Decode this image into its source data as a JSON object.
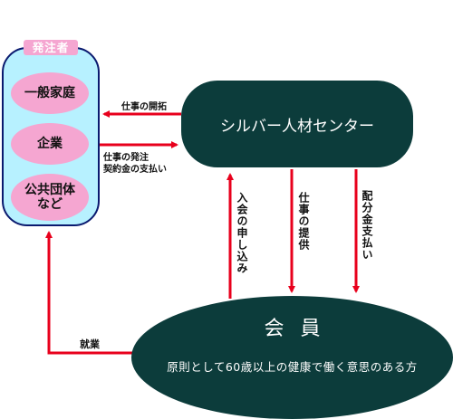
{
  "clients": {
    "badge": "発注者",
    "items": [
      "一般家庭",
      "企業",
      "公共団体など"
    ],
    "item4_line1": "公共団体",
    "item4_line2": "など"
  },
  "center": {
    "label": "シルバー人材センター"
  },
  "members": {
    "title": "会員",
    "subtitle": "原則として60歳以上の健康で働く意思のある方"
  },
  "flows": {
    "job_development": "仕事の開拓",
    "order_line1": "仕事の発注",
    "order_line2": "契約金の支払い",
    "membership_application": "入会の申し込み",
    "job_provision": "仕事の提供",
    "distribution_payment": "配分金支払い",
    "employment": "就業"
  },
  "colors": {
    "arrow": "#e8001c",
    "dark_box": "#0c3c3b",
    "client_panel": "#b7f1ff",
    "client_border": "#0a1a6f",
    "pink": "#f5a6d1"
  }
}
